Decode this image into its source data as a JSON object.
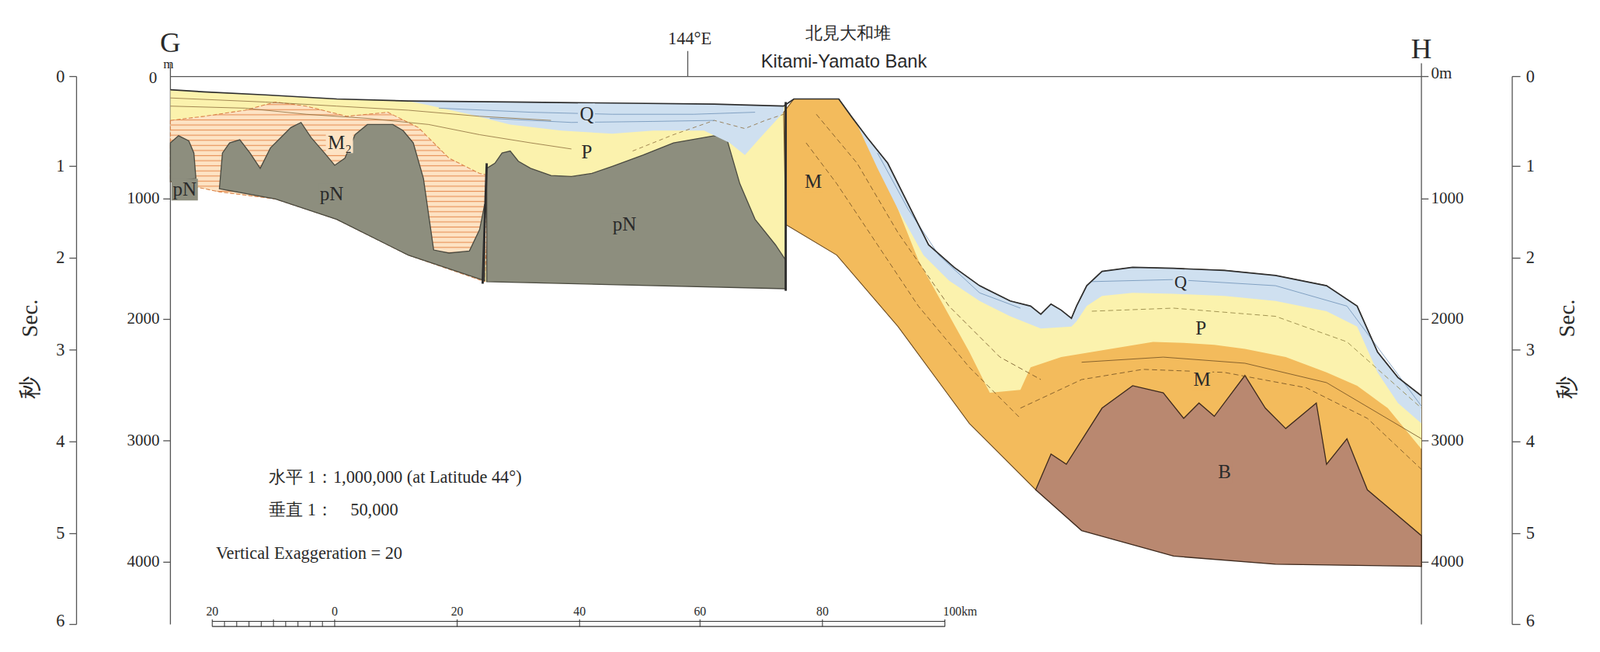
{
  "diagram": {
    "labels": [
      "G",
      "H",
      "144°E",
      "北見大和堆",
      "Kitami-Yamato Bank",
      "m",
      "0",
      "1000",
      "2000",
      "3000",
      "4000",
      "0m",
      "1000",
      "2000",
      "3000",
      "4000",
      "0",
      "1",
      "2",
      "3",
      "4",
      "5",
      "6",
      "0",
      "1",
      "2",
      "3",
      "4",
      "5",
      "6",
      "秒",
      "Sec.",
      "秒",
      "Sec.",
      "Q",
      "P",
      "M₂",
      "pN",
      "pN",
      "pN",
      "M",
      "Q",
      "P",
      "M",
      "B",
      "水平 1：1,000,000 (at Latitude 44°)",
      "垂直 1：    50,000",
      "Vertical Exaggeration = 20",
      "20",
      "0",
      "20",
      "40",
      "60",
      "80",
      "100km"
    ]
  }
}
